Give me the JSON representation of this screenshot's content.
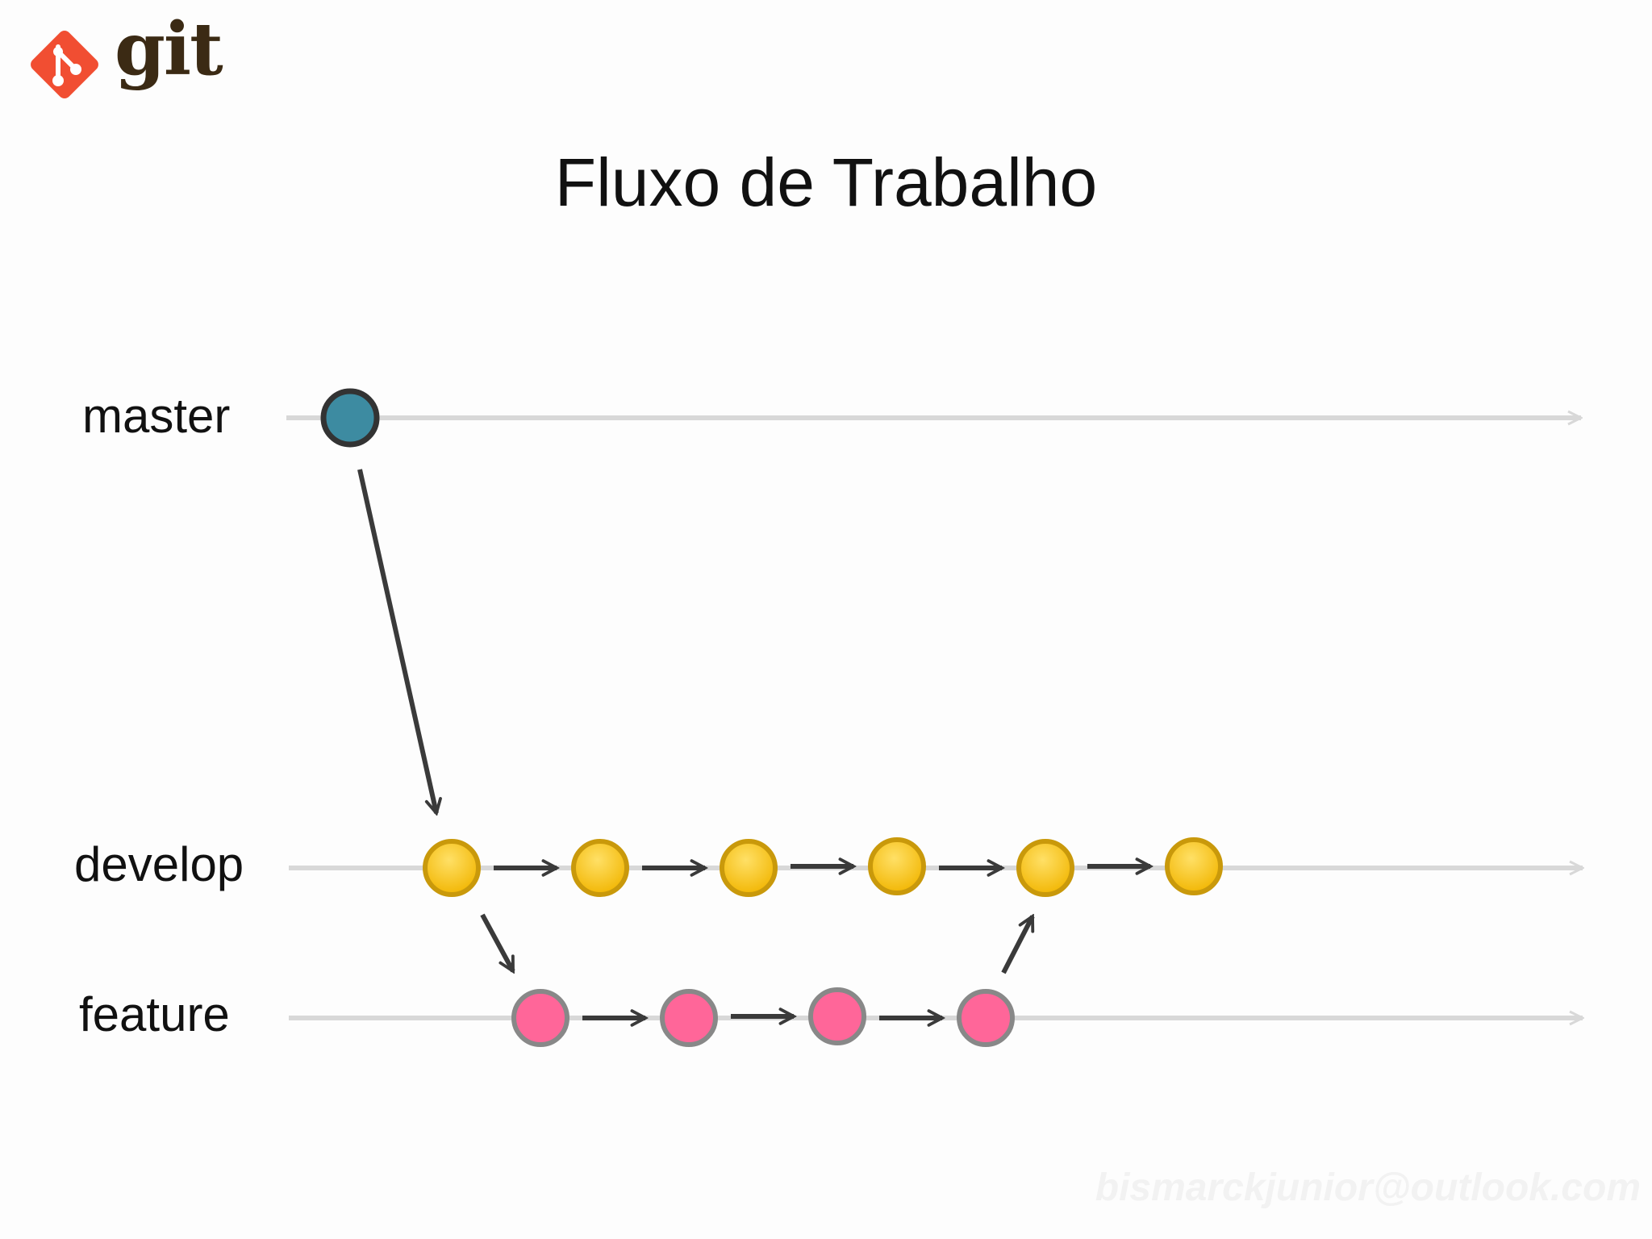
{
  "logo": {
    "text": "git",
    "color": "#f14e32"
  },
  "title": "Fluxo de Trabalho",
  "branches": [
    {
      "id": "master",
      "label": "master",
      "color": "#3d8ba1",
      "border": "#333333",
      "commits": 1
    },
    {
      "id": "develop",
      "label": "develop",
      "color": "#f7c511",
      "border": "#c9990b",
      "commits": 6
    },
    {
      "id": "feature",
      "label": "feature",
      "color": "#ff6699",
      "border": "#888888",
      "commits": 4
    }
  ],
  "colors": {
    "branch_line": "#d8d8d8",
    "arrow": "#3a3a3a"
  },
  "watermark": "bismarckjunior@outlook.com"
}
